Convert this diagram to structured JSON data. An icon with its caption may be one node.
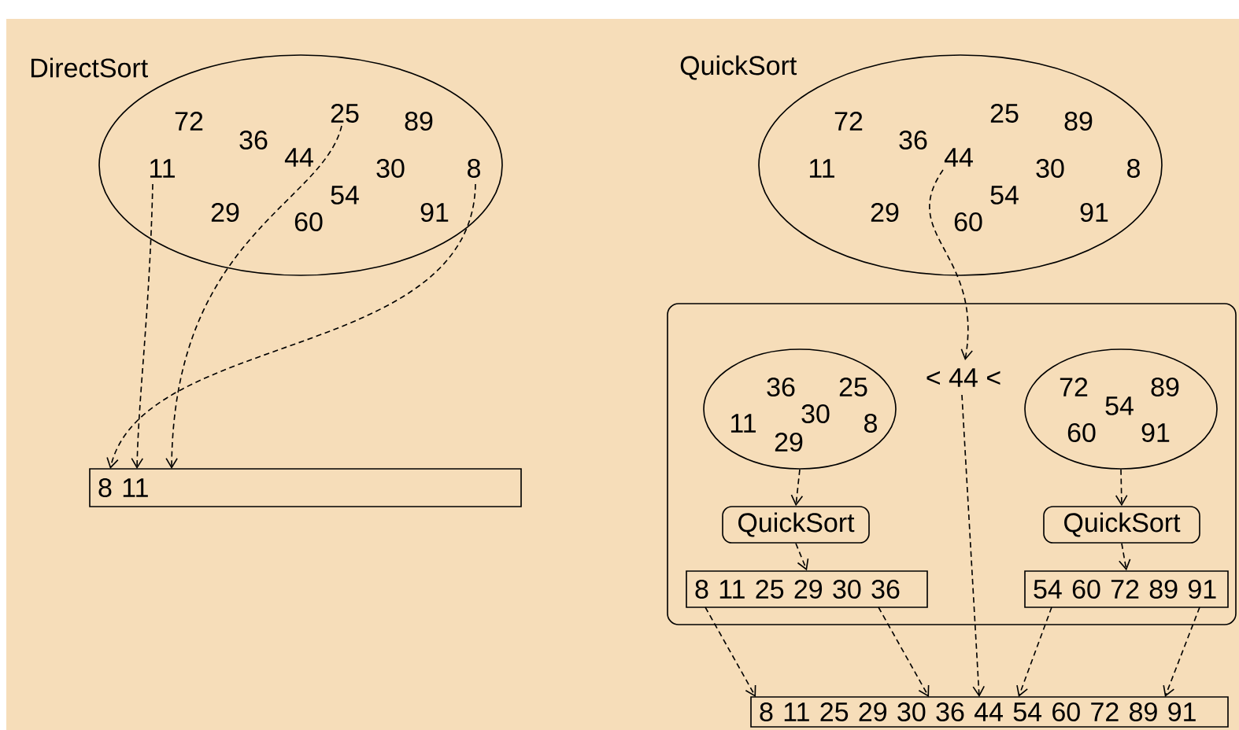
{
  "diagram": {
    "nodes": [
      {
        "text": [],
        "shape": "ellipse"
      },
      {
        "text": [
          "25"
        ],
        "in": 0
      },
      {
        "text": [
          "72"
        ],
        "in": 0
      },
      {
        "text": [
          "89"
        ],
        "in": 0
      },
      {
        "text": [
          "36"
        ],
        "in": 0
      },
      {
        "text": [
          "44"
        ],
        "in": 0
      },
      {
        "text": [
          "11"
        ],
        "in": 0
      },
      {
        "text": [
          "30"
        ],
        "in": 0
      },
      {
        "text": [
          "8"
        ],
        "in": 0
      },
      {
        "text": [
          "54"
        ],
        "in": 0
      },
      {
        "text": [
          "29"
        ],
        "in": 0
      },
      {
        "text": [
          "91"
        ],
        "in": 0
      },
      {
        "text": [
          "60"
        ],
        "in": 0
      },
      {
        "text": [
          "8 11"
        ]
      },
      {
        "text": [],
        "shape": "ellipse"
      },
      {
        "text": [
          "25"
        ],
        "in": 14
      },
      {
        "text": [
          "72"
        ],
        "in": 14
      },
      {
        "text": [
          "89"
        ],
        "in": 14
      },
      {
        "text": [
          "36"
        ],
        "in": 14
      },
      {
        "text": [
          "44"
        ],
        "in": 14
      },
      {
        "text": [
          "11"
        ],
        "in": 14
      },
      {
        "text": [
          "30"
        ],
        "in": 14
      },
      {
        "text": [
          "8"
        ],
        "in": 14
      },
      {
        "text": [
          "54"
        ],
        "in": 14
      },
      {
        "text": [
          "29"
        ],
        "in": 14
      },
      {
        "text": [
          "91"
        ],
        "in": 14
      },
      {
        "text": [
          "60"
        ],
        "in": 14
      },
      {
        "text": [],
        "shape": "box"
      },
      {
        "text": [],
        "shape": "ellipse",
        "in": 27
      },
      {
        "text": [
          "36"
        ],
        "in": 28
      },
      {
        "text": [
          "25"
        ],
        "in": 28
      },
      {
        "text": [
          "30"
        ],
        "in": 28
      },
      {
        "text": [
          "11"
        ],
        "in": 28
      },
      {
        "text": [
          "8"
        ],
        "in": 28
      },
      {
        "text": [
          "29"
        ],
        "in": 28
      },
      {
        "text": [
          "< 44 <"
        ],
        "in": 27
      },
      {
        "text": [],
        "shape": "ellipse",
        "in": 27
      },
      {
        "text": [
          "72"
        ],
        "in": 36
      },
      {
        "text": [
          "89"
        ],
        "in": 36
      },
      {
        "text": [
          "54"
        ],
        "in": 36
      },
      {
        "text": [
          "60"
        ],
        "in": 36
      },
      {
        "text": [
          "91"
        ],
        "in": 36
      },
      {
        "text": [
          "QuickSort"
        ],
        "in": 27
      },
      {
        "text": [
          "QuickSort"
        ],
        "in": 27
      },
      {
        "text": [
          "8 11 25 29 30 36"
        ],
        "in": 27
      },
      {
        "text": [
          "54 60 72 89 91"
        ],
        "in": 27
      },
      {
        "text": [
          "8 11 25 29 30 36 44 54 60 72 89 91"
        ]
      }
    ],
    "edges": [
      {
        "from": 6,
        "to": 13,
        "arrow": "to"
      },
      {
        "from": 1,
        "to": 13,
        "arrow": "to"
      },
      {
        "from": 8,
        "to": 13,
        "arrow": "to"
      },
      {
        "from": 19,
        "to": 35,
        "arrow": "to"
      },
      {
        "from": 35,
        "to": 46,
        "arrow": "to"
      },
      {
        "from": 28,
        "to": 42,
        "arrow": "to"
      },
      {
        "from": 36,
        "to": 43,
        "arrow": "to"
      },
      {
        "from": 42,
        "to": 44,
        "arrow": "to"
      },
      {
        "from": 43,
        "to": 45,
        "arrow": "to"
      },
      {
        "from": 44,
        "to": 46,
        "arrow": "to"
      },
      {
        "from": 44,
        "to": 46,
        "arrow": "to"
      },
      {
        "from": 45,
        "to": 46,
        "arrow": "to"
      },
      {
        "from": 45,
        "to": 46,
        "arrow": "to"
      }
    ],
    "labels": [
      "DirectSort",
      "QuickSort"
    ]
  }
}
